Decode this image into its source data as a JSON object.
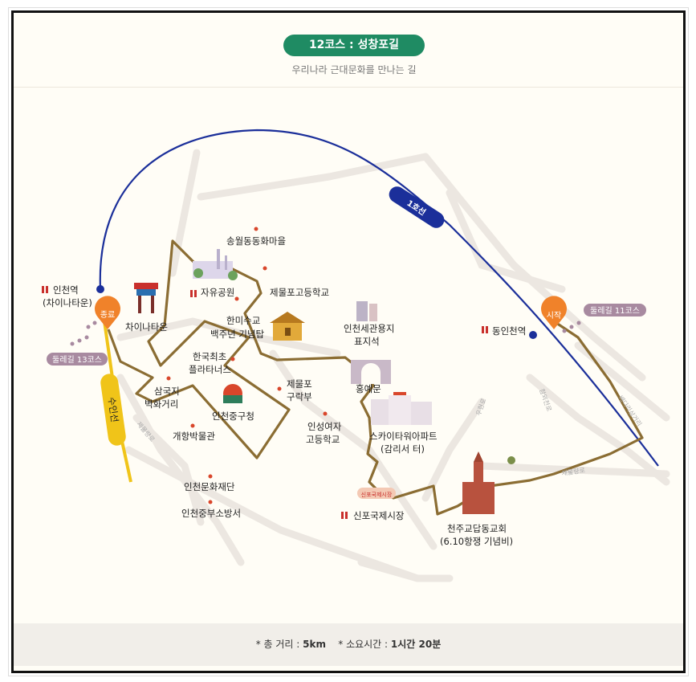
{
  "header": {
    "title": "12코스 : 성창포길",
    "subtitle": "우리나라 근대문화를 만나는 길"
  },
  "lines": {
    "subway_1": "1호선",
    "suin": "수인선"
  },
  "markers": {
    "start": "시작",
    "end": "종료"
  },
  "links": {
    "next": "둘레길 11코스",
    "prev": "둘레길 13코스"
  },
  "stations": {
    "incheon": [
      "인천역",
      "(차이나타운)"
    ],
    "dongincheon": "동인천역"
  },
  "places": {
    "songwol": "송월동동화마을",
    "park": "자유공원",
    "chinatown": "차이나타운",
    "jemulpo_hs": "제물포고등학교",
    "centennial": [
      "한미수교",
      "백주년 기념탑"
    ],
    "customs": [
      "인천세관용지",
      "표지석"
    ],
    "platanus": [
      "한국최초",
      "플라타너스"
    ],
    "jemulpo_club": [
      "제물포",
      "구락부"
    ],
    "hongyemun": "홍예문",
    "samgukji": [
      "삼국지",
      "벽화거리"
    ],
    "junggu_office": "인천중구청",
    "port_museum": "개항박물관",
    "inseong_hs": [
      "인성여자",
      "고등학교"
    ],
    "skytower": [
      "스카이타워아파트",
      "(감리서 터)"
    ],
    "culture_foundation": "인천문화재단",
    "fire_station": "인천중부소방서",
    "sinpo_market": "신포국제시장",
    "cathedral": [
      "천주교답동교회",
      "(6.10항쟁 기념비)"
    ]
  },
  "roads": {
    "r1": "우현로",
    "r2": "참외전로",
    "r3": "배다리삼거리",
    "r4": "제물량로",
    "r5": "제물량로"
  },
  "market_sign": "신포국제시장",
  "footer": {
    "distance_label": "* 총 거리 :",
    "distance_value": "5km",
    "time_label": "* 소요시간 :",
    "time_value": "1시간 20분"
  },
  "colors": {
    "route": "#8b6d33",
    "subway": "#1b2f9a",
    "suin": "#f0c419",
    "marker": "#f0822a",
    "title_bg": "#1f8b63",
    "link_pill": "#a88aa0"
  }
}
